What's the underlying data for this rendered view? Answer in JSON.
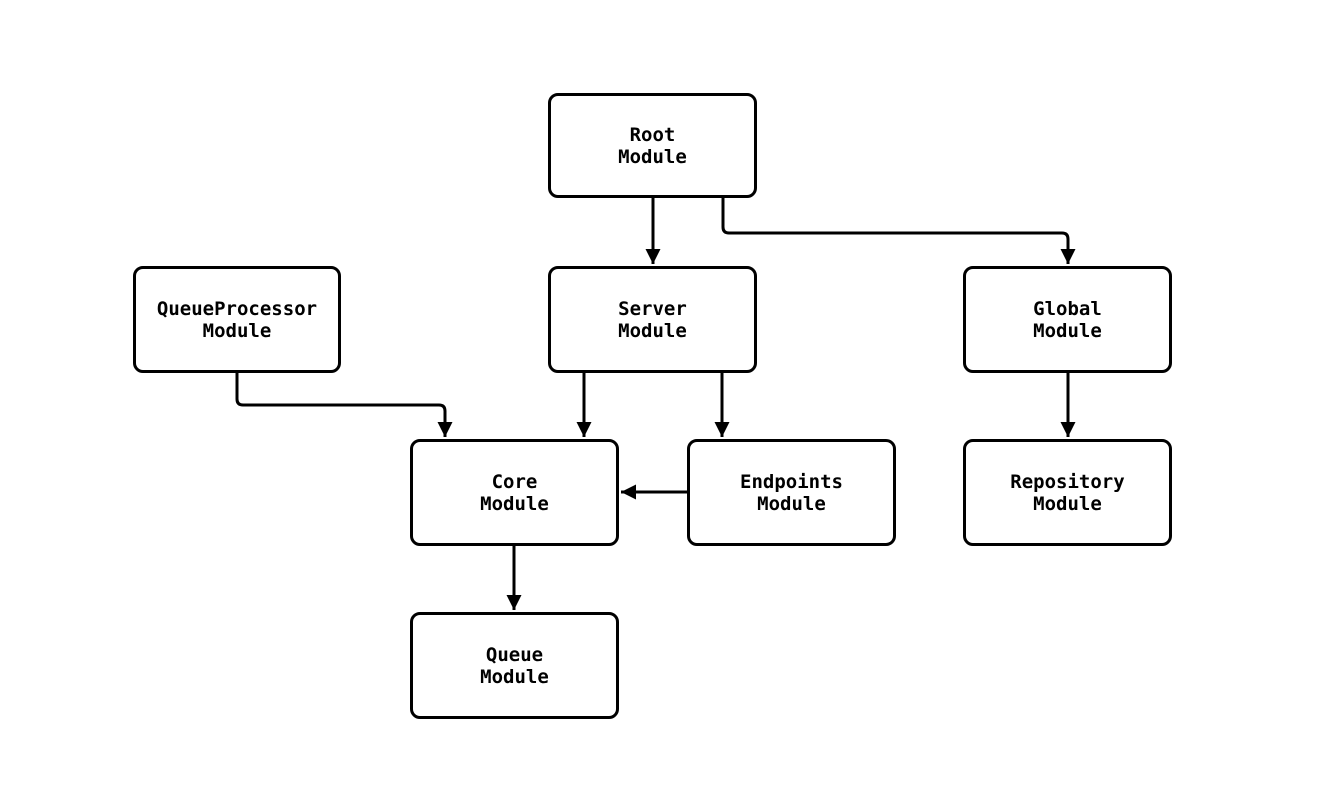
{
  "diagram": {
    "type": "flowchart",
    "background_color": "#ffffff",
    "node_border_color": "#000000",
    "node_fill_color": "#ffffff",
    "text_color": "#000000",
    "arrow_color": "#000000",
    "nodes": [
      {
        "id": "root",
        "label": "Root\nModule"
      },
      {
        "id": "queueprocessor",
        "label": "QueueProcessor\nModule"
      },
      {
        "id": "server",
        "label": "Server\nModule"
      },
      {
        "id": "global",
        "label": "Global\nModule"
      },
      {
        "id": "core",
        "label": "Core\nModule"
      },
      {
        "id": "endpoints",
        "label": "Endpoints\nModule"
      },
      {
        "id": "repository",
        "label": "Repository\nModule"
      },
      {
        "id": "queue",
        "label": "Queue\nModule"
      }
    ],
    "edges": [
      {
        "from": "Root Module",
        "to": "Server Module"
      },
      {
        "from": "Root Module",
        "to": "Global Module"
      },
      {
        "from": "QueueProcessor Module",
        "to": "Core Module"
      },
      {
        "from": "Server Module",
        "to": "Core Module"
      },
      {
        "from": "Server Module",
        "to": "Endpoints Module"
      },
      {
        "from": "Endpoints Module",
        "to": "Core Module"
      },
      {
        "from": "Global Module",
        "to": "Repository Module"
      },
      {
        "from": "Core Module",
        "to": "Queue Module"
      }
    ]
  }
}
